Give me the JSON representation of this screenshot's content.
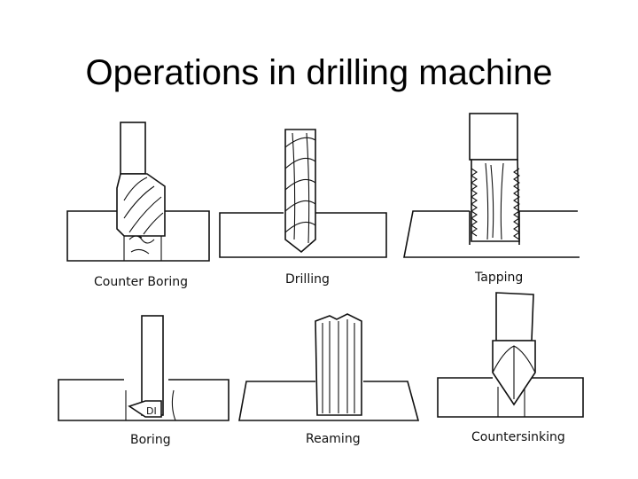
{
  "title": "Operations in drilling machine",
  "operations": [
    {
      "label": "Counter Boring"
    },
    {
      "label": "Drilling"
    },
    {
      "label": "Tapping"
    },
    {
      "label": "Boring"
    },
    {
      "label": "Reaming"
    },
    {
      "label": "Countersinking"
    }
  ]
}
